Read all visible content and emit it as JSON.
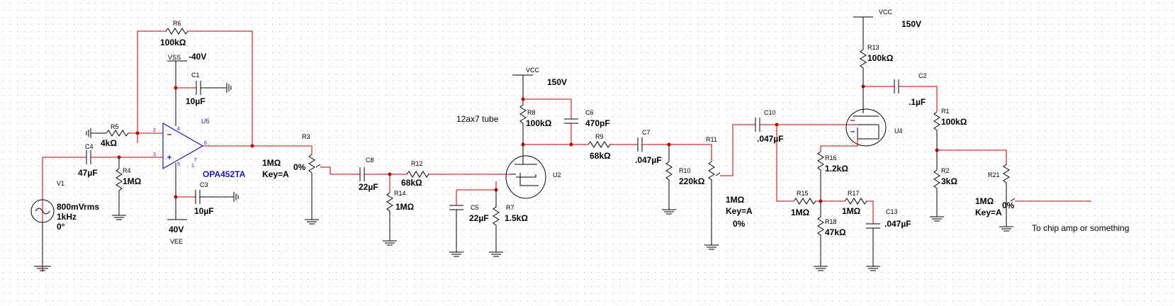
{
  "grid": {
    "dot_color": "#9a9a9a",
    "wire_color": "#c00000",
    "component_color": "#000000",
    "opamp_color": "#1a1ab0"
  },
  "labels": {
    "r6_ref": "R6",
    "r6_val": "100kΩ",
    "vss_ref": "VSS",
    "vss_val": "-40V",
    "c1_ref": "C1",
    "c1_val": "10µF",
    "u5_ref": "U5",
    "r5_ref": "R5",
    "r5_val": "4kΩ",
    "c4_ref": "C4",
    "c4_val": "47µF",
    "r4_ref": "R4",
    "r4_val": "1MΩ",
    "opamp_part": "OPA452TA",
    "c3_ref": "C3",
    "c3_val": "10µF",
    "vee_val": "40V",
    "vee_ref": "VEE",
    "v1_ref": "V1",
    "v1_amp": "800mVrms",
    "v1_freq": "1kHz",
    "v1_phase": "0°",
    "r3_ref": "R3",
    "r3_val": "1MΩ",
    "r3_key": "Key=A",
    "r3_pct": "0%",
    "c8_ref": "C8",
    "c8_val": "22µF",
    "r12_ref": "R12",
    "r12_val": "68kΩ",
    "r14_ref": "R14",
    "r14_val": "1MΩ",
    "tube_note": "12ax7 tube",
    "vcc1_ref": "VCC",
    "vcc1_val": "150V",
    "r8_ref": "R8",
    "r8_val": "100kΩ",
    "c6_ref": "C6",
    "c6_val": "470pF",
    "r9_ref": "R9",
    "r9_val": "68kΩ",
    "c7_ref": "C7",
    "c7_val": ".047µF",
    "u2_ref": "U2",
    "c5_ref": "C5",
    "c5_val": "22µF",
    "r7_ref": "R7",
    "r7_val": "1.5kΩ",
    "r10_ref": "R10",
    "r10_val": "220kΩ",
    "r11_ref": "R11",
    "r11_val": "1MΩ",
    "r11_key": "Key=A",
    "r11_pct": "0%",
    "c10_ref": "C10",
    "c10_val": ".047µF",
    "vcc2_ref": "VCC",
    "vcc2_val": "150V",
    "r13_ref": "R13",
    "r13_val": "100kΩ",
    "c2_ref": "C2",
    "c2_val": ".1µF",
    "u4_ref": "U4",
    "r16_ref": "R16",
    "r16_val": "1.2kΩ",
    "r15_ref": "R15",
    "r15_val": "1MΩ",
    "r17_ref": "R17",
    "r17_val": "1MΩ",
    "c13_ref": "C13",
    "c13_val": ".047µF",
    "r18_ref": "R18",
    "r18_val": "47kΩ",
    "r1_ref": "R1",
    "r1_val": "100kΩ",
    "r2_ref": "R2",
    "r2_val": "3kΩ",
    "r21_ref": "R21",
    "r21_val": "1MΩ",
    "r21_key": "Key=A",
    "r21_pct": "0%",
    "output_note": "To chip amp or something"
  },
  "pins": [
    "2",
    "3",
    "4",
    "5",
    "6",
    "7",
    "1"
  ]
}
